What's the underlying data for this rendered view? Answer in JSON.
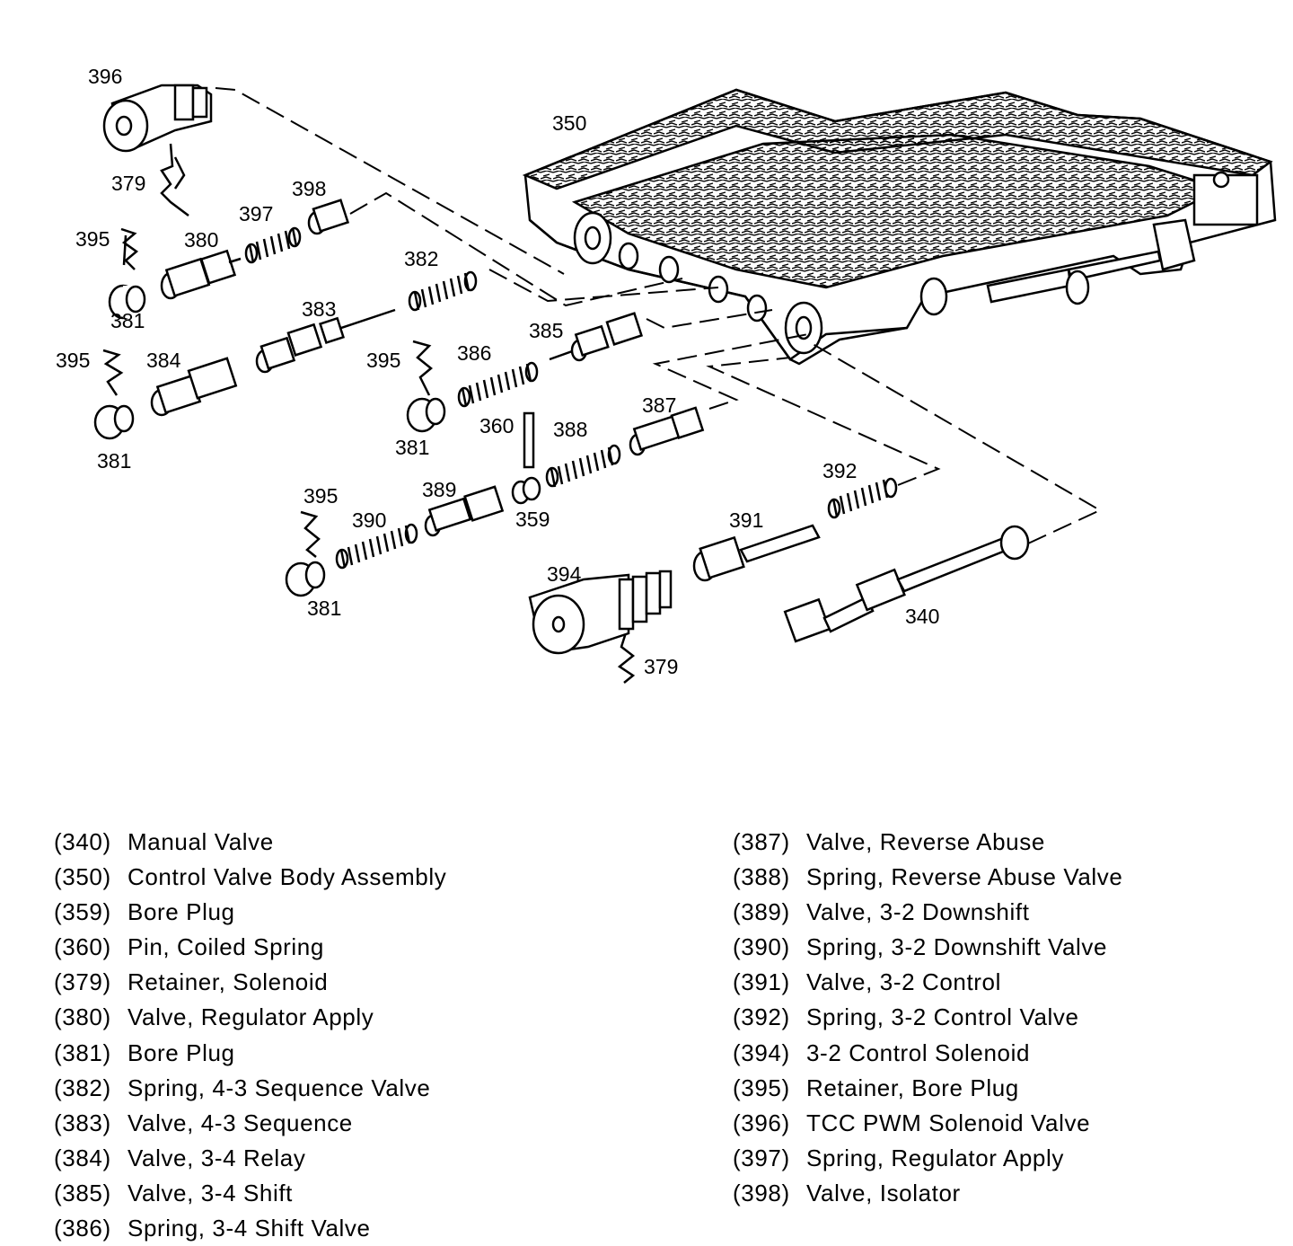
{
  "callouts": {
    "c396": "396",
    "c350": "350",
    "c379a": "379",
    "c398": "398",
    "c397": "397",
    "c395a": "395",
    "c380": "380",
    "c381a": "381",
    "c382": "382",
    "c383": "383",
    "c385": "385",
    "c395b": "395",
    "c384": "384",
    "c395c": "395",
    "c386": "386",
    "c381b": "381",
    "c381c": "381",
    "c360": "360",
    "c388": "388",
    "c387": "387",
    "c392": "392",
    "c395d": "395",
    "c389": "389",
    "c390": "390",
    "c359": "359",
    "c391": "391",
    "c394": "394",
    "c381d": "381",
    "c340": "340",
    "c379b": "379"
  },
  "legend": {
    "left": [
      {
        "num": "(340)",
        "name": "Manual Valve"
      },
      {
        "num": "(350)",
        "name": "Control Valve Body Assembly"
      },
      {
        "num": "(359)",
        "name": "Bore Plug"
      },
      {
        "num": "(360)",
        "name": "Pin, Coiled Spring"
      },
      {
        "num": "(379)",
        "name": "Retainer, Solenoid"
      },
      {
        "num": "(380)",
        "name": "Valve, Regulator Apply"
      },
      {
        "num": "(381)",
        "name": "Bore Plug"
      },
      {
        "num": "(382)",
        "name": "Spring, 4-3 Sequence Valve"
      },
      {
        "num": "(383)",
        "name": "Valve, 4-3 Sequence"
      },
      {
        "num": "(384)",
        "name": "Valve, 3-4 Relay"
      },
      {
        "num": "(385)",
        "name": "Valve, 3-4 Shift"
      },
      {
        "num": "(386)",
        "name": "Spring, 3-4 Shift Valve"
      }
    ],
    "right": [
      {
        "num": "(387)",
        "name": "Valve, Reverse Abuse"
      },
      {
        "num": "(388)",
        "name": "Spring, Reverse Abuse Valve"
      },
      {
        "num": "(389)",
        "name": "Valve, 3-2 Downshift"
      },
      {
        "num": "(390)",
        "name": "Spring, 3-2 Downshift Valve"
      },
      {
        "num": "(391)",
        "name": "Valve, 3-2 Control"
      },
      {
        "num": "(392)",
        "name": "Spring, 3-2 Control Valve"
      },
      {
        "num": "(394)",
        "name": "3-2 Control Solenoid"
      },
      {
        "num": "(395)",
        "name": "Retainer, Bore Plug"
      },
      {
        "num": "(396)",
        "name": "TCC PWM Solenoid Valve"
      },
      {
        "num": "(397)",
        "name": "Spring, Regulator Apply"
      },
      {
        "num": "(398)",
        "name": "Valve, Isolator"
      }
    ]
  }
}
